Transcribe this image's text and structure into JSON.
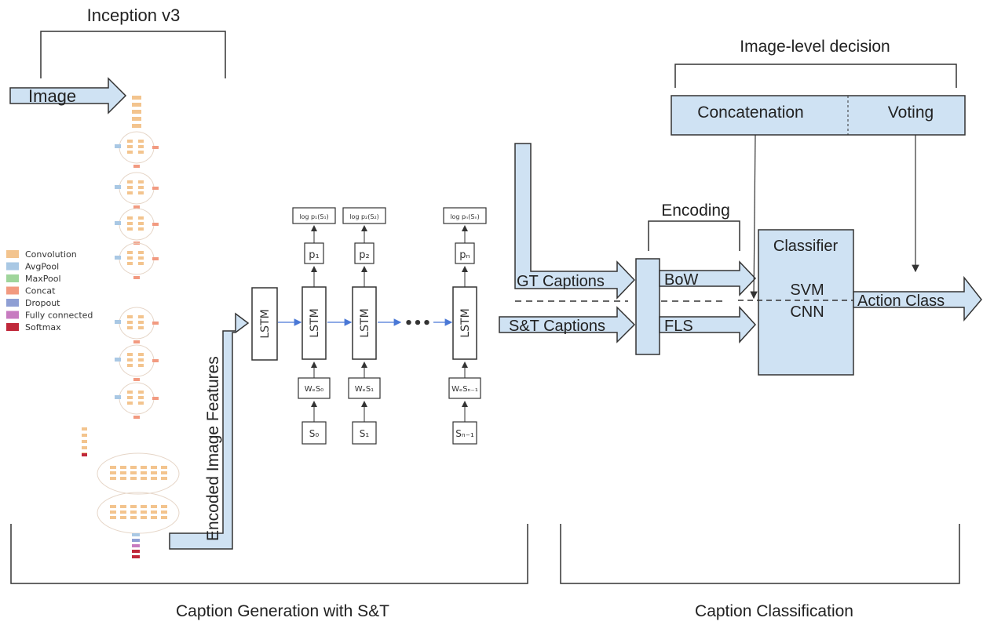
{
  "titles": {
    "inception": "Inception v3",
    "caption_generation": "Caption Generation with S&T",
    "caption_classification": "Caption Classification",
    "image_level_decision": "Image-level decision",
    "encoding": "Encoding"
  },
  "inputs": {
    "image": "Image",
    "encoded_features": "Encoded Image Features",
    "gt_captions": "GT Captions",
    "st_captions": "S&T Captions"
  },
  "legend": [
    {
      "label": "Convolution",
      "color": "#f3c48e"
    },
    {
      "label": "AvgPool",
      "color": "#a9c8e4"
    },
    {
      "label": "MaxPool",
      "color": "#9fd59b"
    },
    {
      "label": "Concat",
      "color": "#f29a80"
    },
    {
      "label": "Dropout",
      "color": "#8f9fd4"
    },
    {
      "label": "Fully connected",
      "color": "#c77bc0"
    },
    {
      "label": "Softmax",
      "color": "#c0283a"
    }
  ],
  "lstm": {
    "first": "LSTM",
    "cells": [
      "LSTM",
      "LSTM",
      "LSTM"
    ],
    "outputs": [
      "log p₁(S₁)",
      "log p₂(S₂)",
      "log pₙ(Sₙ)"
    ],
    "probs": [
      "p₁",
      "p₂",
      "pₙ"
    ],
    "embeds": [
      "WₑS₀",
      "WₑS₁",
      "WₑSₙ₋₁"
    ],
    "words": [
      "S₀",
      "S₁",
      "Sₙ₋₁"
    ],
    "ellipsis": "•••"
  },
  "encodings": {
    "bow": "BoW",
    "fls": "FLS"
  },
  "fusion": {
    "concatenation": "Concatenation",
    "voting": "Voting"
  },
  "classifier": {
    "title": "Classifier",
    "svm": "SVM",
    "cnn": "CNN"
  },
  "output": "Action Class",
  "colors": {
    "box_fill": "#cfe2f3",
    "stroke": "#333333"
  }
}
